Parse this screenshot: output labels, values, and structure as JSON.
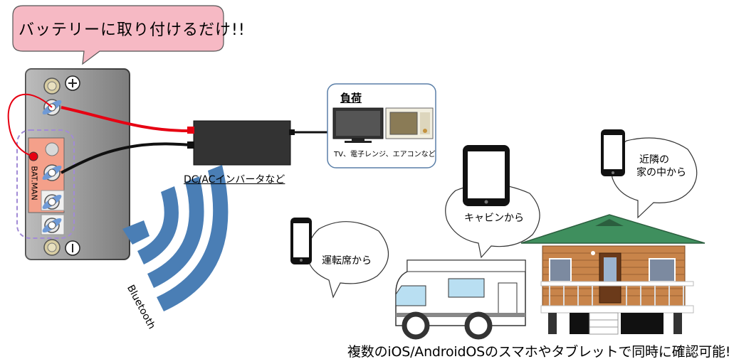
{
  "callout": {
    "text": "バッテリーに取り付けるだけ!!"
  },
  "battery": {
    "plus_symbol": "+",
    "minus_symbol": "−",
    "device_label": "BAT.MAN"
  },
  "inverter": {
    "label": "DC/ACインバータなど"
  },
  "load": {
    "title": "負荷",
    "items": "TV、電子レンジ、エアコンなど"
  },
  "wireless": {
    "label": "Bluetooth"
  },
  "bubbles": {
    "driver": "運転席から",
    "cabin": "キャビンから",
    "neighbor_line1": "近隣の",
    "neighbor_line2": "家の中から"
  },
  "footer": {
    "text": "複数のiOS/AndroidOSのスマホやタブレットで同時に確認可能!!"
  },
  "colors": {
    "callout_fill": "#f6b9c4",
    "wire_red": "#e60012",
    "wireless_blue": "#4a7eb5",
    "roof_green": "#3f8f5e",
    "house_wood": "#c8844a",
    "bmm_fill": "#f4a08a"
  }
}
